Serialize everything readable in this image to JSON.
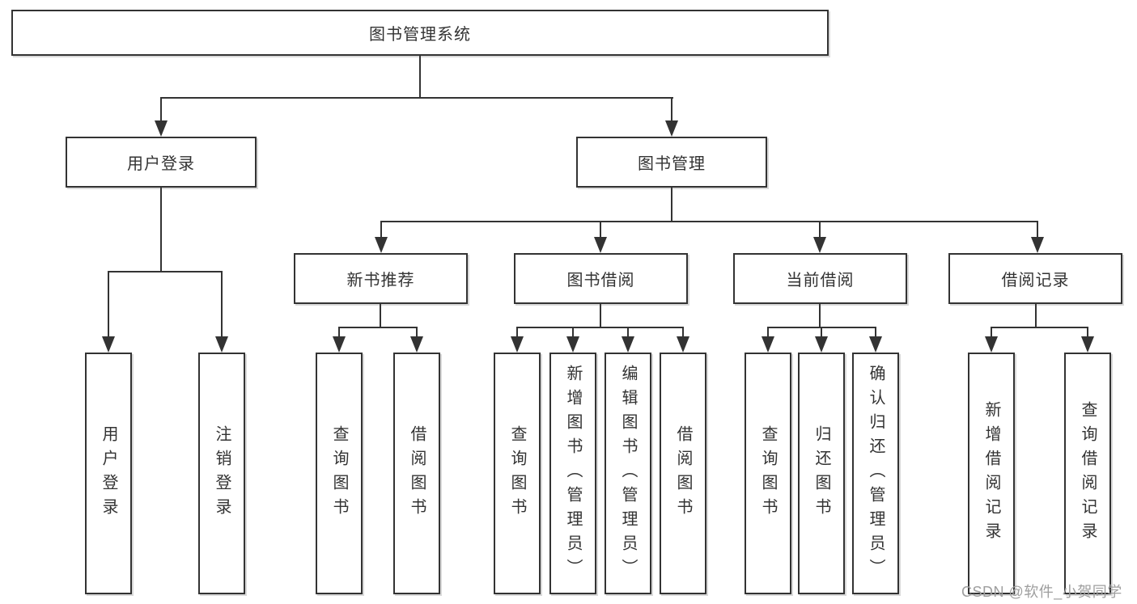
{
  "nodes": {
    "root": "图书管理系统",
    "user_login": "用户登录",
    "book_mgmt": "图书管理",
    "new_book": "新书推荐",
    "book_borrow": "图书借阅",
    "current_borrow": "当前借阅",
    "borrow_record": "借阅记录"
  },
  "leaves": {
    "login": [
      "用户登录",
      "注销登录"
    ],
    "new_book": [
      "查询图书",
      "借阅图书"
    ],
    "book_borrow": [
      "查询图书",
      "新增图书（管理员）",
      "编辑图书（管理员）",
      "借阅图书"
    ],
    "current_borrow": [
      "查询图书",
      "归还图书",
      "确认归还（管理员）"
    ],
    "borrow_record": [
      "新增借阅记录",
      "查询借阅记录"
    ]
  },
  "watermark": "CSDN @软件_小贺同学",
  "colors": {
    "line": "#333333",
    "text": "#333333",
    "watermark": "#9e9e9e",
    "background": "#ffffff"
  }
}
